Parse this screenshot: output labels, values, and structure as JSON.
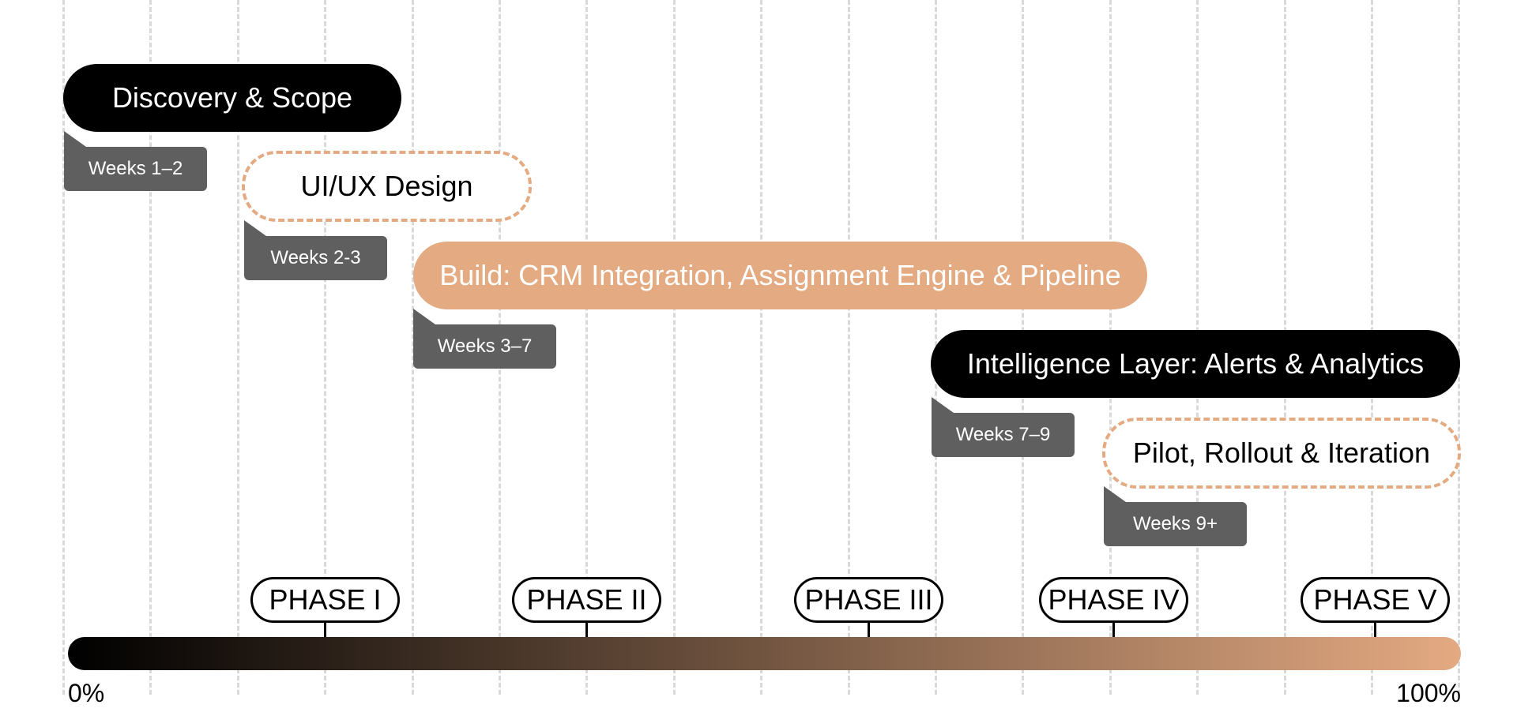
{
  "timeline": {
    "tasks": [
      {
        "label": "Discovery & Scope",
        "duration": "Weeks 1–2",
        "style": "solid-dark"
      },
      {
        "label": "UI/UX Design",
        "duration": "Weeks 2-3",
        "style": "dashed-tan"
      },
      {
        "label": "Build: CRM Integration, Assignment Engine & Pipeline",
        "duration": "Weeks 3–7",
        "style": "solid-tan"
      },
      {
        "label": "Intelligence Layer: Alerts & Analytics",
        "duration": "Weeks 7–9",
        "style": "solid-dark"
      },
      {
        "label": "Pilot, Rollout & Iteration",
        "duration": "Weeks 9+",
        "style": "dashed-tan"
      }
    ],
    "phases": [
      "PHASE I",
      "PHASE II",
      "PHASE III",
      "PHASE IV",
      "PHASE V"
    ],
    "axis": {
      "start": "0%",
      "end": "100%"
    },
    "colors": {
      "dark": "#000000",
      "accent": "#e4aa82",
      "tag": "#5f5f5f",
      "grid": "#d9d9d9"
    }
  }
}
